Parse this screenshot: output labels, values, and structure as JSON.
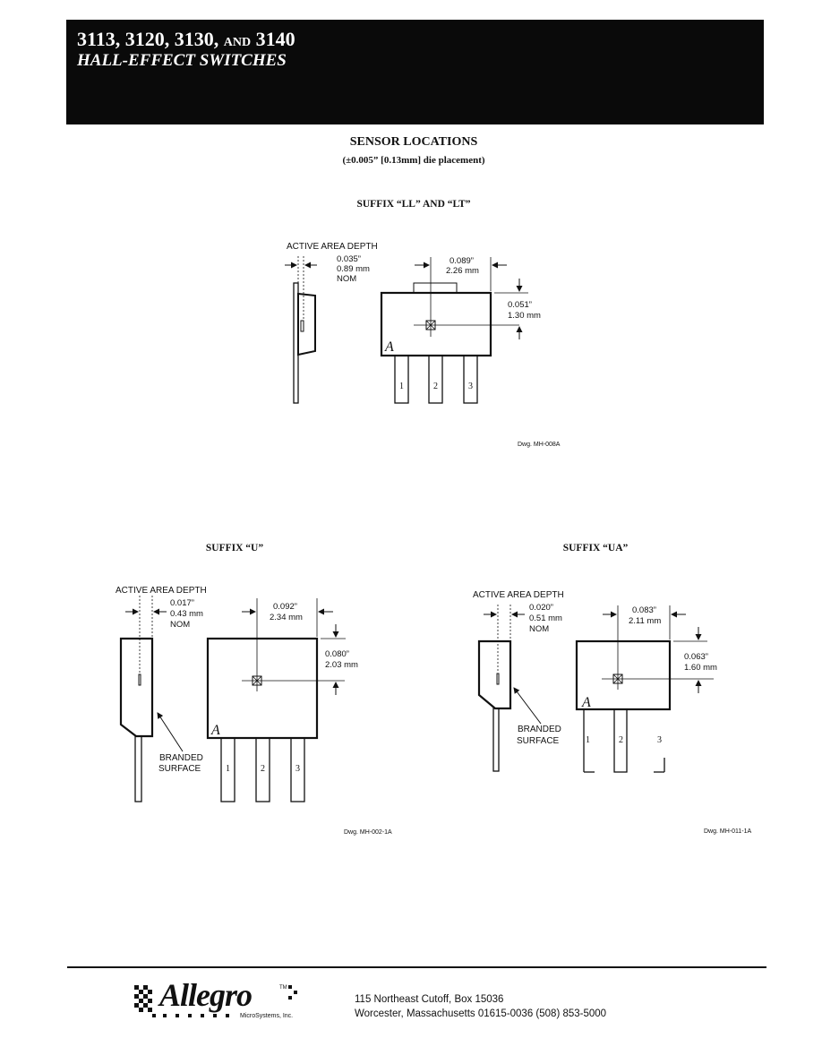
{
  "header": {
    "part_numbers": "3113, 3120, 3130,",
    "and_word": "AND",
    "last_part": "3140",
    "subtitle": "HALL-EFFECT SWITCHES"
  },
  "section": {
    "title": "SENSOR LOCATIONS",
    "note": "(±0.005” [0.13mm] die placement)"
  },
  "diagrams": {
    "ll_lt": {
      "label": "SUFFIX “LL” AND “LT”",
      "active_area_label": "ACTIVE AREA DEPTH",
      "depth_in": "0.035”",
      "depth_mm": "0.89 mm",
      "depth_nom": "NOM",
      "horiz_in": "0.089”",
      "horiz_mm": "2.26 mm",
      "vert_in": "0.051”",
      "vert_mm": "1.30 mm",
      "pins": [
        "1",
        "2",
        "3"
      ],
      "drawing_number": "Dwg. MH-008A"
    },
    "u": {
      "label": "SUFFIX “U”",
      "active_area_label": "ACTIVE AREA DEPTH",
      "depth_in": "0.017”",
      "depth_mm": "0.43 mm",
      "depth_nom": "NOM",
      "horiz_in": "0.092”",
      "horiz_mm": "2.34 mm",
      "vert_in": "0.080”",
      "vert_mm": "2.03 mm",
      "branded_line1": "BRANDED",
      "branded_line2": "SURFACE",
      "pins": [
        "1",
        "2",
        "3"
      ],
      "drawing_number": "Dwg. MH-002-1A"
    },
    "ua": {
      "label": "SUFFIX “UA”",
      "active_area_label": "ACTIVE AREA DEPTH",
      "depth_in": "0.020”",
      "depth_mm": "0.51 mm",
      "depth_nom": "NOM",
      "horiz_in": "0.083”",
      "horiz_mm": "2.11 mm",
      "vert_in": "0.063”",
      "vert_mm": "1.60 mm",
      "branded_line1": "BRANDED",
      "branded_line2": "SURFACE",
      "pins": [
        "1",
        "2",
        "3"
      ],
      "drawing_number": "Dwg. MH-011-1A"
    }
  },
  "footer": {
    "logo_text": "Allegro",
    "logo_tm": "TM",
    "logo_subtext": "MicroSystems, Inc.",
    "address_line1": "115 Northeast Cutoff, Box 15036",
    "address_line2": "Worcester, Massachusetts 01615-0036  (508) 853-5000"
  }
}
